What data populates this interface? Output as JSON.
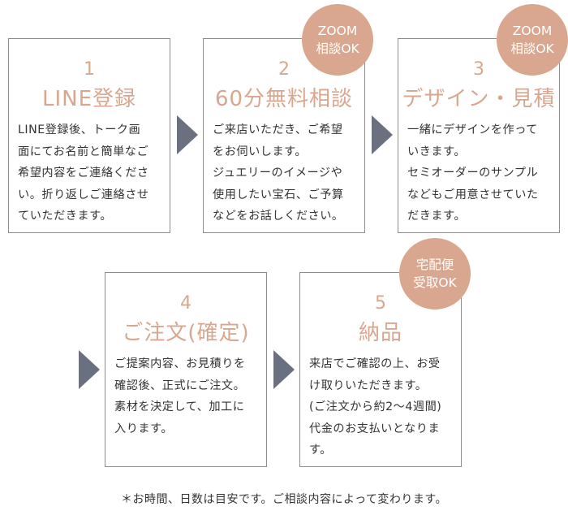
{
  "steps": [
    {
      "number": "1",
      "title": "LINE登録",
      "lines": [
        "LINE登録後、トーク画",
        "面にてお名前と簡単なご",
        "希望内容をご連絡くださ",
        "い。折り返しご連絡させ",
        "ていただきます。"
      ]
    },
    {
      "number": "2",
      "title": "60分無料相談",
      "badge": [
        "ZOOM",
        "相談OK"
      ],
      "lines": [
        "ご来店いただき、ご希望",
        "をお伺いします。",
        "ジュエリーのイメージや",
        "使用したい宝石、ご予算",
        "などをお話しください。"
      ]
    },
    {
      "number": "3",
      "title": "デザイン・見積",
      "badge": [
        "ZOOM",
        "相談OK"
      ],
      "lines": [
        "一緒にデザインを作って",
        "いきます。",
        "セミオーダーのサンプル",
        "などもご用意させていた",
        "だきます。"
      ]
    },
    {
      "number": "4",
      "title": "ご注文(確定)",
      "lines": [
        "ご提案内容、お見積りを",
        "確認後、正式にご注文。",
        "素材を決定して、加工に",
        "入ります。"
      ]
    },
    {
      "number": "5",
      "title": "納品",
      "badge": [
        "宅配便",
        "受取OK"
      ],
      "lines": [
        "来店でご確認の上、お受",
        "け取りいただきます。",
        "(ご注文から約2〜4週間)",
        "代金のお支払いとなりま",
        "す。"
      ]
    }
  ],
  "note": "＊お時間、日数は目安です。ご相談内容によって変わります。",
  "colors": {
    "accent": "#d9a78f",
    "arrow": "#6b7080",
    "border": "#8d8d8d",
    "text": "#333333"
  },
  "icons": {
    "arrow": "triangle-right"
  }
}
